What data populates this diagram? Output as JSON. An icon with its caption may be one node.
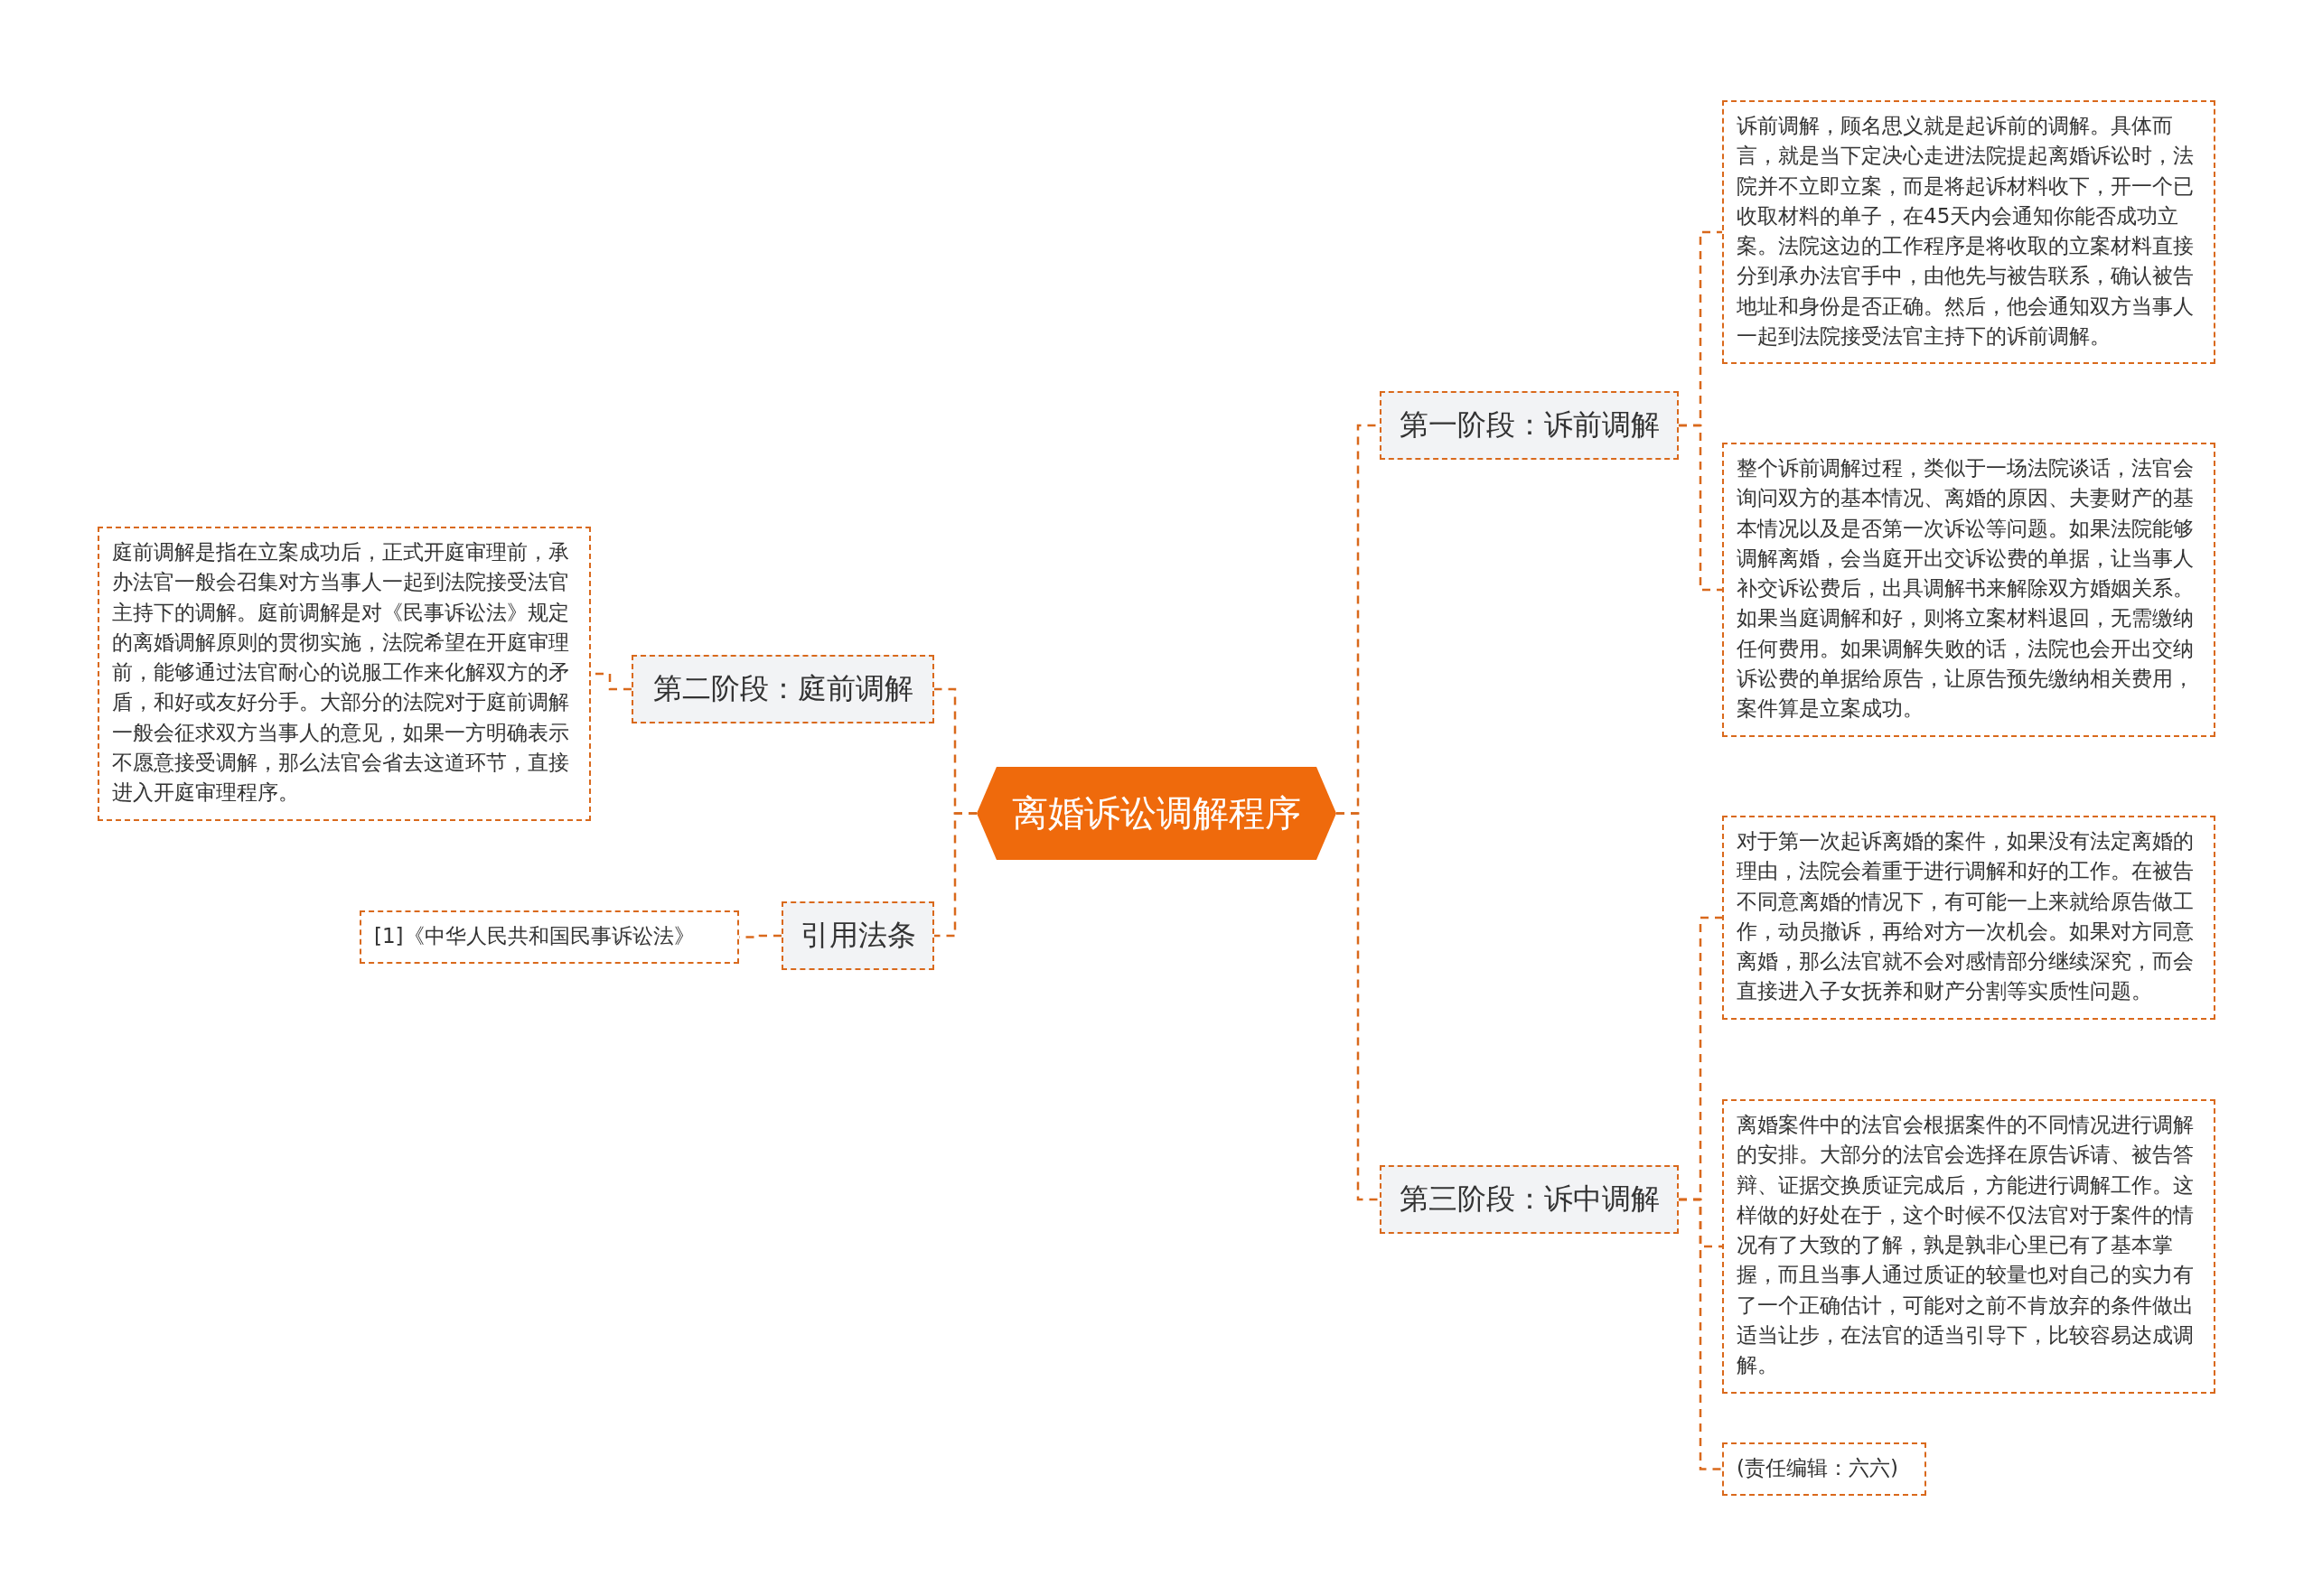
{
  "diagram": {
    "nodes": [
      {
        "text": [
          "离婚诉讼调解程序"
        ]
      },
      {
        "text": [
          "第一阶段：诉前调解"
        ]
      },
      {
        "text": [
          "诉前调解，顾名思义就是起诉前的调解。具体而言，就是当下定决心走进法院提起离婚诉讼时，法院并不立即立案，而是将起诉材料收下，开一个已收取材料的单子，在45天内会通知你能否成功立案。法院这边的工作程序是将收取的立案材料直接分到承办法官手中，由他先与被告联系，确认被告地址和身份是否正确。然后，他会通知双方当事人一起到法院接受法官主持下的诉前调解。"
        ]
      },
      {
        "text": [
          "整个诉前调解过程，类似于一场法院谈话，法官会询问双方的基本情况、离婚的原因、夫妻财产的基本情况以及是否第一次诉讼等问题。如果法院能够调解离婚，会当庭开出交诉讼费的单据，让当事人补交诉讼费后，出具调解书来解除双方婚姻关系。如果当庭调解和好，则将立案材料退回，无需缴纳任何费用。如果调解失败的话，法院也会开出交纳诉讼费的单据给原告，让原告预先缴纳相关费用，案件算是立案成功。"
        ]
      },
      {
        "text": [
          "第二阶段：庭前调解"
        ]
      },
      {
        "text": [
          "庭前调解是指在立案成功后，正式开庭审理前，承办法官一般会召集对方当事人一起到法院接受法官主持下的调解。庭前调解是对《民事诉讼法》规定的离婚调解原则的贯彻实施，法院希望在开庭审理前，能够通过法官耐心的说服工作来化解双方的矛盾，和好或友好分手。大部分的法院对于庭前调解一般会征求双方当事人的意见，如果一方明确表示不愿意接受调解，那么法官会省去这道环节，直接进入开庭审理程序。"
        ]
      },
      {
        "text": [
          "引用法条"
        ]
      },
      {
        "text": [
          "[1]《中华人民共和国民事诉讼法》"
        ]
      },
      {
        "text": [
          "第三阶段：诉中调解"
        ]
      },
      {
        "text": [
          "对于第一次起诉离婚的案件，如果没有法定离婚的理由，法院会着重于进行调解和好的工作。在被告不同意离婚的情况下，有可能一上来就给原告做工作，动员撤诉，再给对方一次机会。如果对方同意离婚，那么法官就不会对感情部分继续深究，而会直接进入子女抚养和财产分割等实质性问题。"
        ]
      },
      {
        "text": [
          "离婚案件中的法官会根据案件的不同情况进行调解的安排。大部分的法官会选择在原告诉请、被告答辩、证据交换质证完成后，方能进行调解工作。这样做的好处在于，这个时候不仅法官对于案件的情况有了大致的了解，孰是孰非心里已有了基本掌握，而且当事人通过质证的较量也对自己的实力有了一个正确估计，可能对之前不肯放弃的条件做出适当让步，在法官的适当引导下，比较容易达成调解。"
        ]
      },
      {
        "text": [
          "(责任编辑：六六)"
        ]
      }
    ],
    "edges": [
      {
        "from": 0,
        "to": 1,
        "arrow": "none",
        "style": "dashed"
      },
      {
        "from": 1,
        "to": 2,
        "arrow": "none",
        "style": "dashed"
      },
      {
        "from": 1,
        "to": 3,
        "arrow": "none",
        "style": "dashed"
      },
      {
        "from": 0,
        "to": 4,
        "arrow": "none",
        "style": "dashed"
      },
      {
        "from": 4,
        "to": 5,
        "arrow": "none",
        "style": "dashed"
      },
      {
        "from": 0,
        "to": 6,
        "arrow": "none",
        "style": "dashed"
      },
      {
        "from": 6,
        "to": 7,
        "arrow": "none",
        "style": "dashed"
      },
      {
        "from": 0,
        "to": 8,
        "arrow": "none",
        "style": "dashed"
      },
      {
        "from": 8,
        "to": 9,
        "arrow": "none",
        "style": "dashed"
      },
      {
        "from": 8,
        "to": 10,
        "arrow": "none",
        "style": "dashed"
      },
      {
        "from": 8,
        "to": 11,
        "arrow": "none",
        "style": "dashed"
      }
    ]
  }
}
